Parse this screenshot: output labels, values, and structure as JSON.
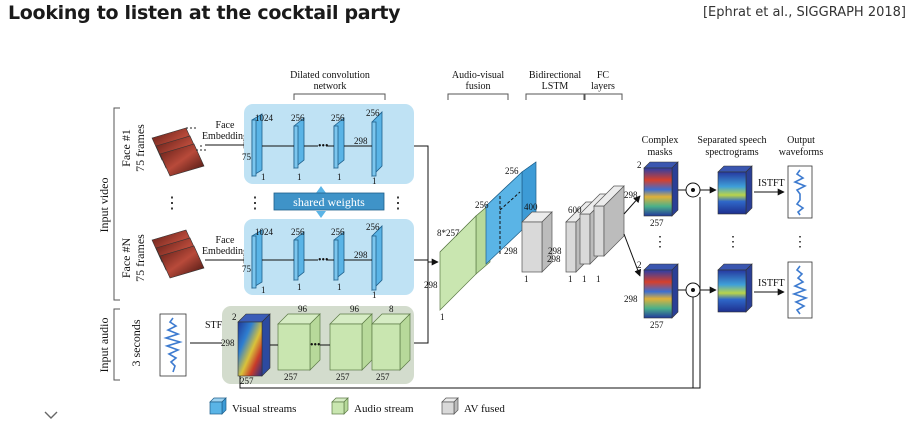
{
  "slide": {
    "title": "Looking to listen at the cocktail party",
    "citation": "[Ephrat et al., SIGGRAPH 2018]"
  },
  "colors": {
    "visual_region": "#bfe2f4",
    "visual_block": "#5ab4e6",
    "audio_region": "#d3dccd",
    "audio_block": "#c9e6b0",
    "av_block": "#d9d9d9",
    "shared_weights": "#3f93c8"
  },
  "diagram": {
    "side_labels": {
      "input_video": "Input video",
      "input_audio": "Input audio",
      "face1": "Face #1",
      "face1_frames": "75 frames",
      "faceN": "Face #N",
      "faceN_frames": "75 frames",
      "seconds": "3 seconds"
    },
    "headers": {
      "dilated_line1": "Dilated convolution",
      "dilated_line2": "network",
      "av_line1": "Audio-visual",
      "av_line2": "fusion",
      "lstm_line1": "Bidirectional",
      "lstm_line2": "LSTM",
      "fc_line1": "FC",
      "fc_line2": "layers",
      "masks_line1": "Complex",
      "masks_line2": "masks",
      "spec_line1": "Separated speech",
      "spec_line2": "spectrograms",
      "out_line1": "Output",
      "out_line2": "waveforms"
    },
    "face_embedding_line1": "Face",
    "face_embedding_line2": "Embedding",
    "shared_weights": "shared weights",
    "stft": "STFT",
    "istft": "ISTFT",
    "visual_dims": {
      "c1": "1024",
      "c2": "256",
      "c3": "256",
      "c4": "256",
      "h": "75",
      "mid": "298",
      "w": "1"
    },
    "audio_dims": {
      "c1": "2",
      "c2": "96",
      "c3": "96",
      "c4": "8",
      "h": "298",
      "w": "257"
    },
    "fusion_dims": {
      "width": "8*257",
      "h": "298",
      "w": "1"
    },
    "avfused_dims": {
      "top": "256",
      "mid": "256",
      "h": "298"
    },
    "lstm_dims": {
      "top": "400",
      "h": "298",
      "w": "1"
    },
    "fc_dims": {
      "top": "600",
      "h": "298",
      "w1": "1",
      "w2": "1",
      "w3": "1"
    },
    "mask_dims": {
      "c": "2",
      "h": "298",
      "w": "257"
    },
    "legend": {
      "visual": "Visual streams",
      "audio": "Audio stream",
      "av": "AV fused"
    }
  }
}
